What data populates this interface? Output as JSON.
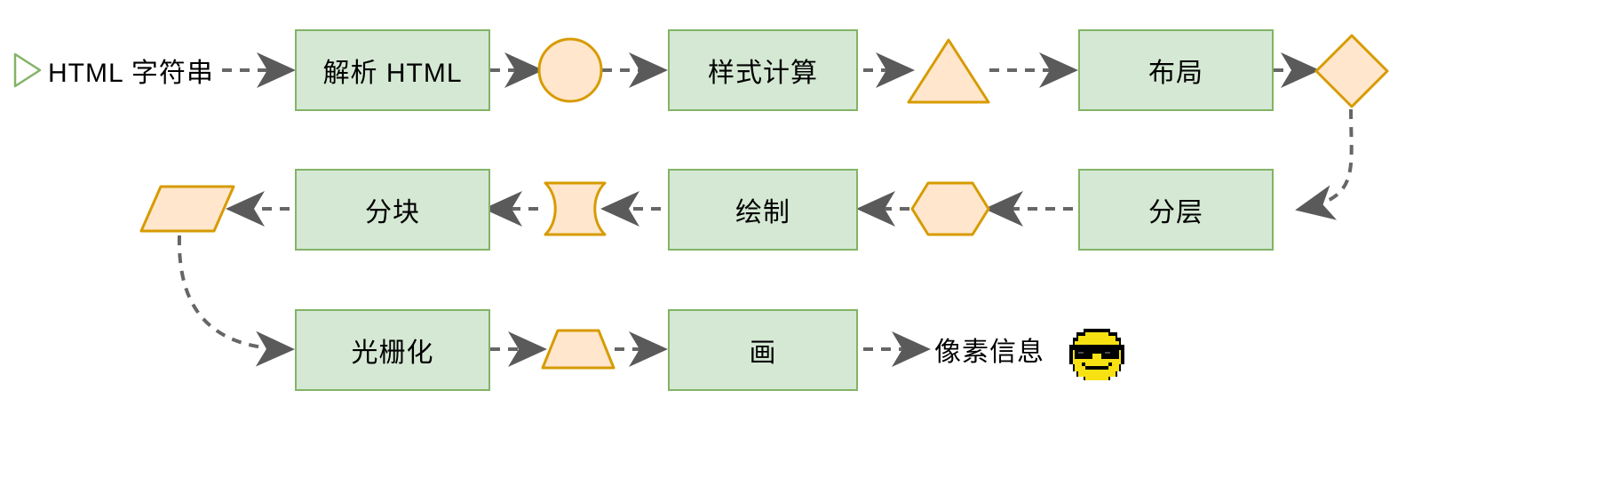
{
  "diagram": {
    "title": "Browser rendering pipeline flowchart",
    "colors": {
      "process_fill": "#d5e8d4",
      "process_stroke": "#82b366",
      "shape_fill": "#ffe6cc",
      "shape_stroke": "#d79b00",
      "edge_stroke": "#666666",
      "start_marker_stroke": "#82b366",
      "text": "#000000",
      "emoji_face": "#f7e113",
      "emoji_outline": "#000000"
    },
    "start": {
      "marker_icon": "play-triangle-icon",
      "label": "HTML  字符串"
    },
    "row1": {
      "nodes": [
        {
          "id": "parse-html",
          "kind": "process",
          "label": "解析 HTML"
        },
        {
          "id": "dom-circle",
          "kind": "circle",
          "label": ""
        },
        {
          "id": "style-calc",
          "kind": "process",
          "label": "样式计算"
        },
        {
          "id": "style-triangle",
          "kind": "triangle",
          "label": ""
        },
        {
          "id": "layout",
          "kind": "process",
          "label": "布局"
        },
        {
          "id": "layout-diamond",
          "kind": "diamond",
          "label": ""
        }
      ]
    },
    "row2": {
      "nodes": [
        {
          "id": "tiles-parallelogram",
          "kind": "parallelogram",
          "label": ""
        },
        {
          "id": "tiling",
          "kind": "process",
          "label": "分块"
        },
        {
          "id": "paint-document",
          "kind": "document",
          "label": ""
        },
        {
          "id": "painting",
          "kind": "process",
          "label": "绘制"
        },
        {
          "id": "layer-hexagon",
          "kind": "hexagon",
          "label": ""
        },
        {
          "id": "layering",
          "kind": "process",
          "label": "分层"
        }
      ]
    },
    "row3": {
      "nodes": [
        {
          "id": "rasterize",
          "kind": "process",
          "label": "光栅化"
        },
        {
          "id": "raster-trapezoid",
          "kind": "trapezoid",
          "label": ""
        },
        {
          "id": "draw",
          "kind": "process",
          "label": "画"
        }
      ],
      "end_label": "像素信息",
      "end_emoji_icon": "sunglasses-face-emoji"
    },
    "edges": [
      {
        "from": "start",
        "to": "parse-html",
        "style": "dashed",
        "direction": "right"
      },
      {
        "from": "parse-html",
        "to": "dom-circle",
        "style": "dashed",
        "direction": "right"
      },
      {
        "from": "dom-circle",
        "to": "style-calc",
        "style": "dashed",
        "direction": "right"
      },
      {
        "from": "style-calc",
        "to": "style-triangle",
        "style": "dashed",
        "direction": "right"
      },
      {
        "from": "style-triangle",
        "to": "layout",
        "style": "dashed",
        "direction": "right"
      },
      {
        "from": "layout",
        "to": "layout-diamond",
        "style": "dashed",
        "direction": "right"
      },
      {
        "from": "layout-diamond",
        "to": "layering",
        "style": "dashed",
        "direction": "curve-down-left"
      },
      {
        "from": "layering",
        "to": "layer-hexagon",
        "style": "dashed",
        "direction": "left"
      },
      {
        "from": "layer-hexagon",
        "to": "painting",
        "style": "dashed",
        "direction": "left"
      },
      {
        "from": "painting",
        "to": "paint-document",
        "style": "dashed",
        "direction": "left"
      },
      {
        "from": "paint-document",
        "to": "tiling",
        "style": "dashed",
        "direction": "left"
      },
      {
        "from": "tiling",
        "to": "tiles-parallelogram",
        "style": "dashed",
        "direction": "left"
      },
      {
        "from": "tiles-parallelogram",
        "to": "rasterize",
        "style": "dashed",
        "direction": "curve-down-right"
      },
      {
        "from": "rasterize",
        "to": "raster-trapezoid",
        "style": "dashed",
        "direction": "right"
      },
      {
        "from": "raster-trapezoid",
        "to": "draw",
        "style": "dashed",
        "direction": "right"
      },
      {
        "from": "draw",
        "to": "pixel-info",
        "style": "dashed",
        "direction": "right"
      }
    ]
  }
}
